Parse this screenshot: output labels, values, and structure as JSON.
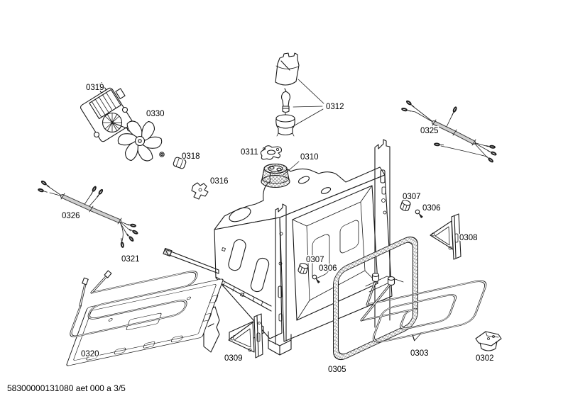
{
  "page": {
    "footer_code": "58300000131080 aet 000 a 3/5"
  },
  "colors": {
    "ink": "#1a1a1a",
    "background": "#ffffff",
    "sleeve_shade": "#cfcfcf"
  },
  "parts": [
    {
      "ref": "0319",
      "component": "fan-motor"
    },
    {
      "ref": "0330",
      "component": "fan-impeller"
    },
    {
      "ref": "0318",
      "component": "fastener-nut"
    },
    {
      "ref": "0312",
      "component": "lamp-assembly"
    },
    {
      "ref": "0311",
      "component": "lamp-clamp"
    },
    {
      "ref": "0310",
      "component": "lamp-housing"
    },
    {
      "ref": "0316",
      "component": "small-bracket"
    },
    {
      "ref": "0325",
      "component": "wiring-harness-upper"
    },
    {
      "ref": "0326",
      "component": "wiring-harness-lower"
    },
    {
      "ref": "0307",
      "component": "cap-nut-right"
    },
    {
      "ref": "0306",
      "component": "screw-right"
    },
    {
      "ref": "0308",
      "component": "mounting-bracket-right"
    },
    {
      "ref": "0307",
      "component": "cap-nut-middle"
    },
    {
      "ref": "0306",
      "component": "screw-middle"
    },
    {
      "ref": "0321",
      "component": "lower-heating-element"
    },
    {
      "ref": "0320",
      "component": "baffle-plate"
    },
    {
      "ref": "0309",
      "component": "mounting-bracket-left"
    },
    {
      "ref": "0305",
      "component": "door-gasket"
    },
    {
      "ref": "0303",
      "component": "grill-heating-element"
    },
    {
      "ref": "0302",
      "component": "clamp"
    }
  ]
}
